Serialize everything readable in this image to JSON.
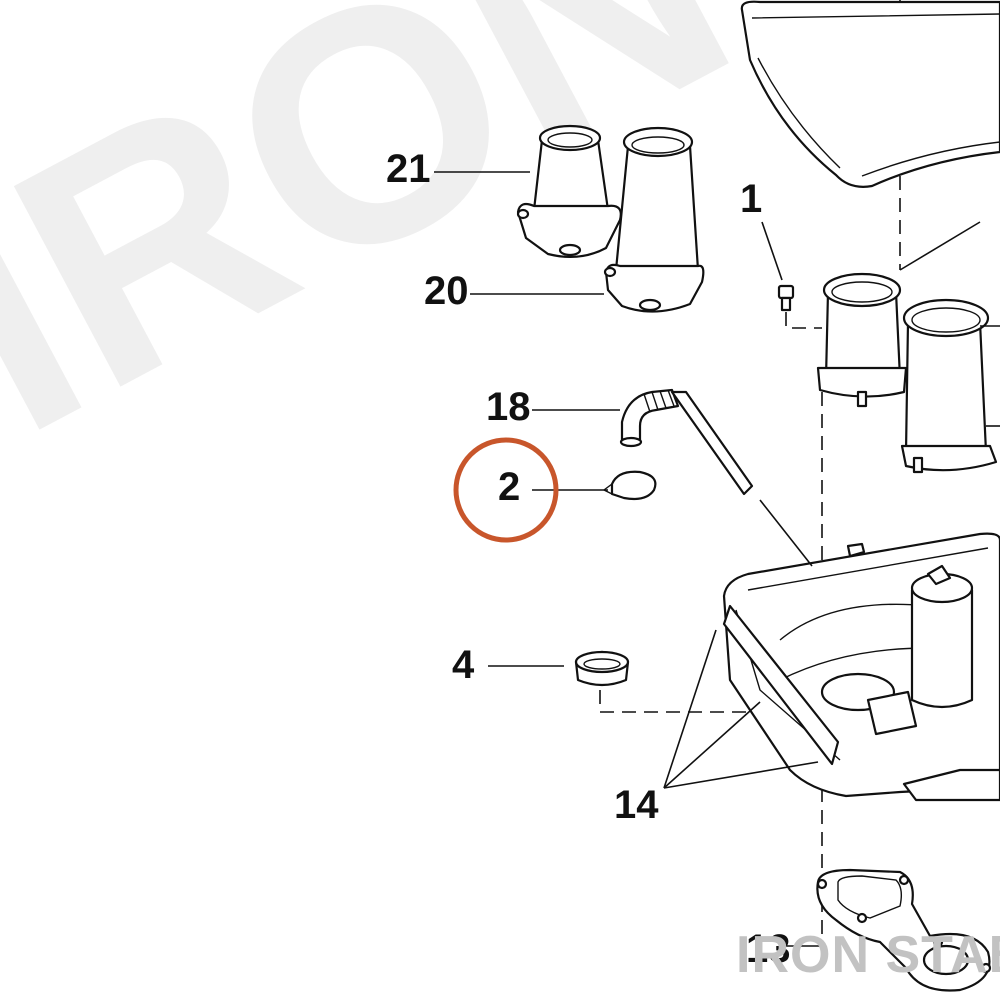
{
  "watermark": {
    "large_text": "IRON",
    "small_text": "IRON STABLE"
  },
  "callouts": {
    "c21": "21",
    "c20": "20",
    "c1": "1",
    "c18": "18",
    "c2": "2",
    "c4": "4",
    "c14": "14",
    "c13": "13"
  },
  "highlight": {
    "color": "#c8562b"
  }
}
